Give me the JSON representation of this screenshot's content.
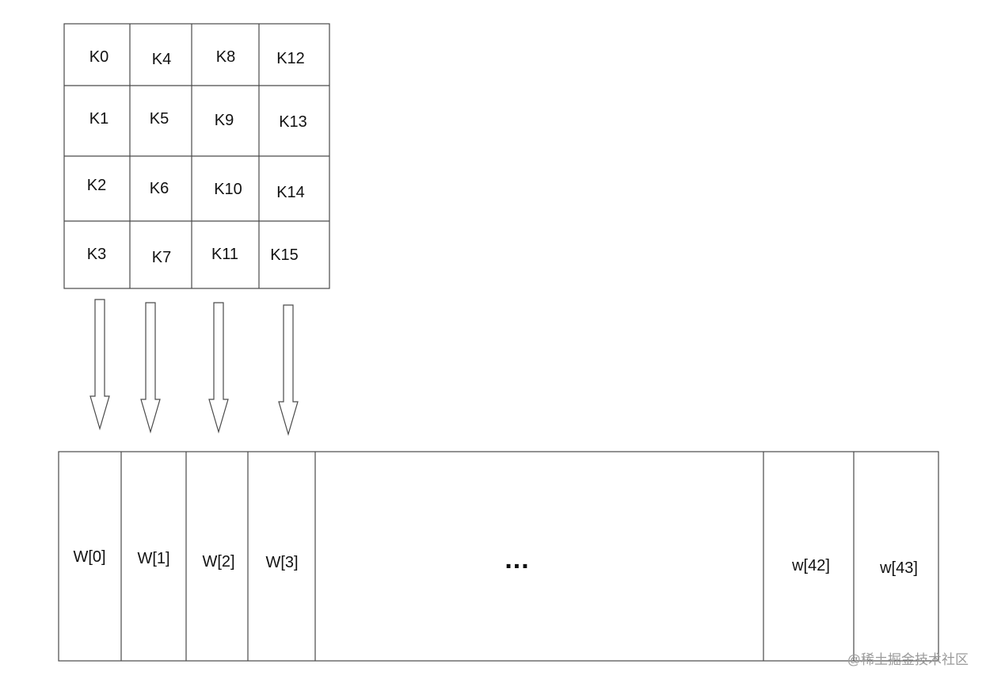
{
  "key_grid": {
    "rows": [
      [
        "K0",
        "K4",
        "K8",
        "K12"
      ],
      [
        "K1",
        "K5",
        "K9",
        "K13"
      ],
      [
        "K2",
        "K6",
        "K10",
        "K14"
      ],
      [
        "K3",
        "K7",
        "K11",
        "K15"
      ]
    ]
  },
  "word_array": {
    "cells": [
      "W[0]",
      "W[1]",
      "W[2]",
      "W[3]",
      "...",
      "w[42]",
      "w[43]"
    ]
  },
  "watermark": "@稀土掘金技术社区",
  "colors": {
    "stroke": "#4a4a4a",
    "text": "#111111",
    "watermark": "#9a9a9a"
  }
}
